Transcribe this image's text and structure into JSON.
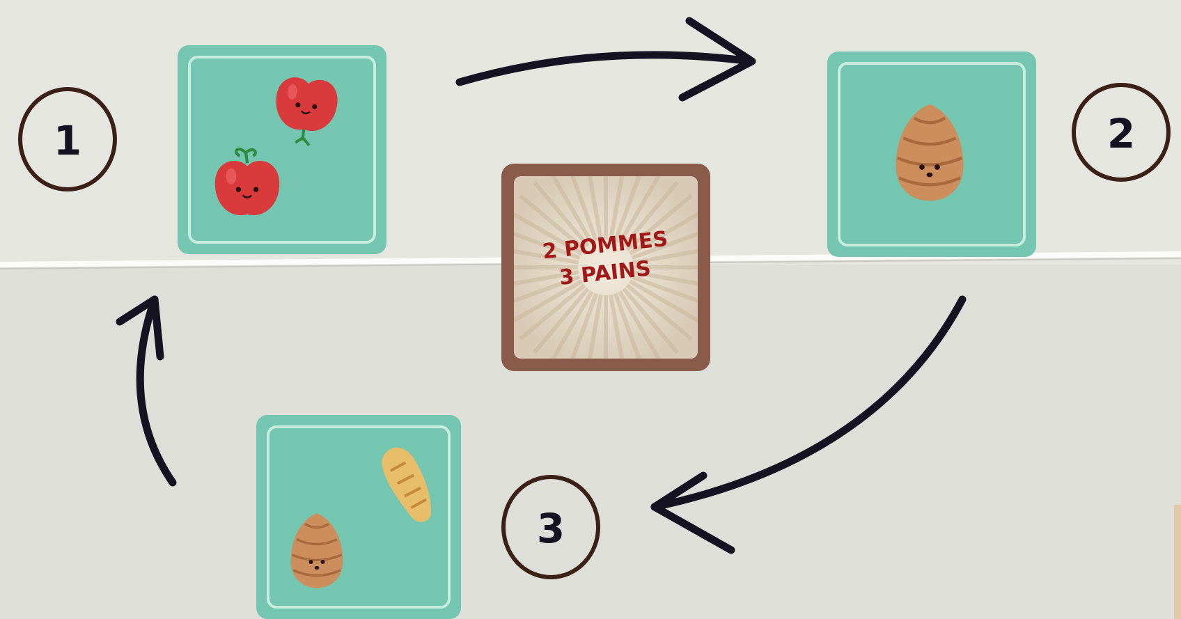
{
  "steps": [
    {
      "number": "1",
      "card_icons": [
        "apple-icon",
        "apple-icon"
      ]
    },
    {
      "number": "2",
      "card_icons": [
        "pinecone-icon"
      ]
    },
    {
      "number": "3",
      "card_icons": [
        "baguette-icon",
        "pinecone-icon"
      ]
    }
  ],
  "center_card": {
    "line1": "2 POMMES",
    "line2": "3 PAINS"
  },
  "colors": {
    "paper": "#e6e6e0",
    "card_teal": "#74c6b0",
    "card_border": "#c7ece0",
    "arrow_ink": "#151322",
    "circle_ink": "#3b2018",
    "center_frame": "#8a5a4b",
    "apple": "#d93a3c",
    "pinecone": "#cb8e5c",
    "bread": "#e8bd6a"
  }
}
